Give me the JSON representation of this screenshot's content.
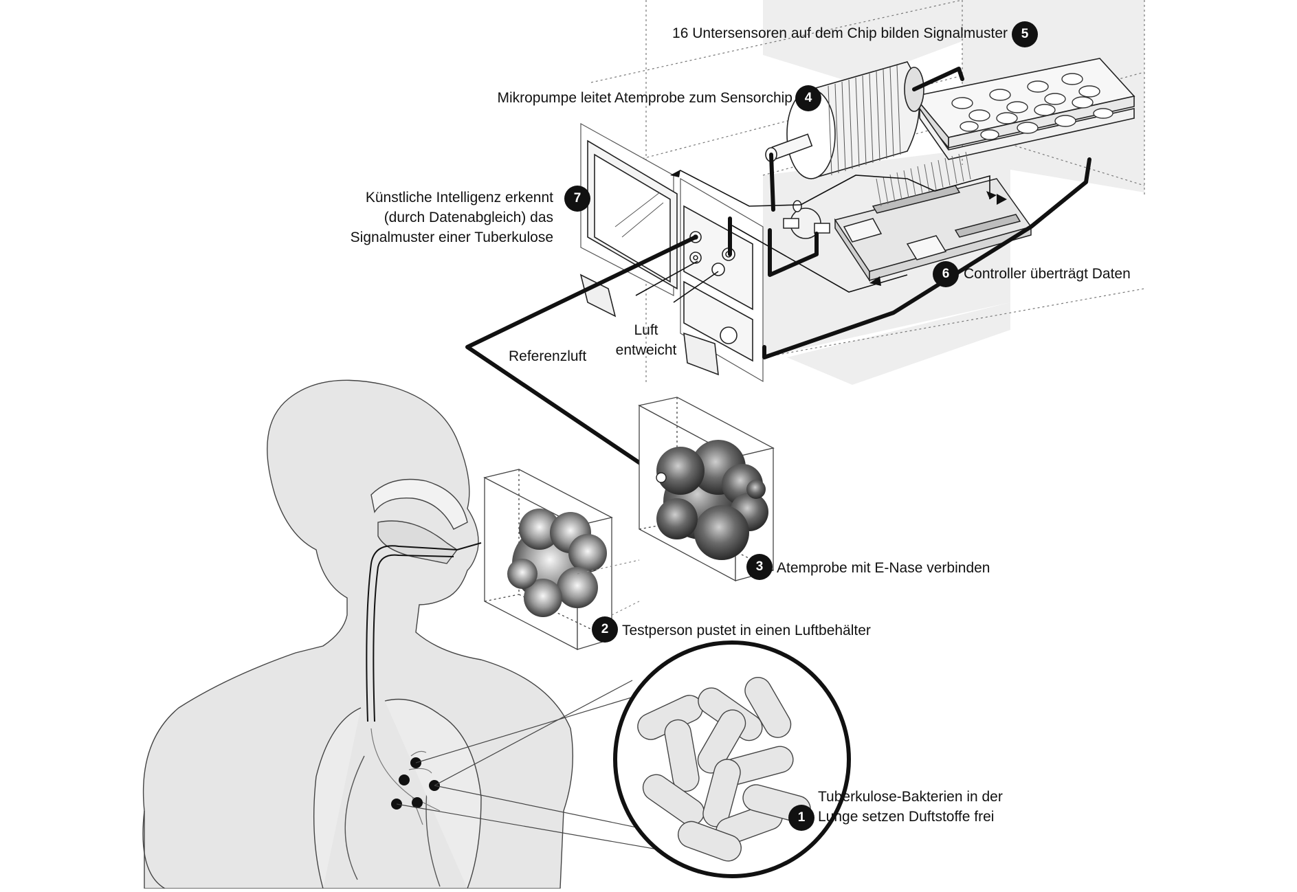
{
  "steps": [
    {
      "number": "1",
      "text_lines": [
        "Tuberkulose-Bakterien in der",
        "Lunge setzen Duftstoffe frei"
      ]
    },
    {
      "number": "2",
      "text_lines": [
        "Testperson pustet in einen Luftbehälter"
      ]
    },
    {
      "number": "3",
      "text_lines": [
        "Atemprobe mit E-Nase verbinden"
      ]
    },
    {
      "number": "4",
      "text_lines": [
        "Mikropumpe leitet Atemprobe zum Sensorchip"
      ]
    },
    {
      "number": "5",
      "text_lines": [
        "16 Untersensoren auf dem Chip bilden Signalmuster"
      ]
    },
    {
      "number": "6",
      "text_lines": [
        "Controller überträgt Daten"
      ]
    },
    {
      "number": "7",
      "text_lines": [
        "Künstliche Intelligenz erkennt",
        "(durch Datenabgleich) das",
        "Signalmuster einer Tuberkulose"
      ]
    }
  ],
  "annotations": {
    "reference_air": "Referenzluft",
    "air_escapes_lines": [
      "Luft",
      "entweicht"
    ]
  },
  "colors": {
    "body_fill": "#e6e6e6",
    "outline": "#333333",
    "ink": "#111111",
    "box_fill": "#f0f0f0",
    "badge_fill": "#111111",
    "badge_text": "#ffffff"
  }
}
